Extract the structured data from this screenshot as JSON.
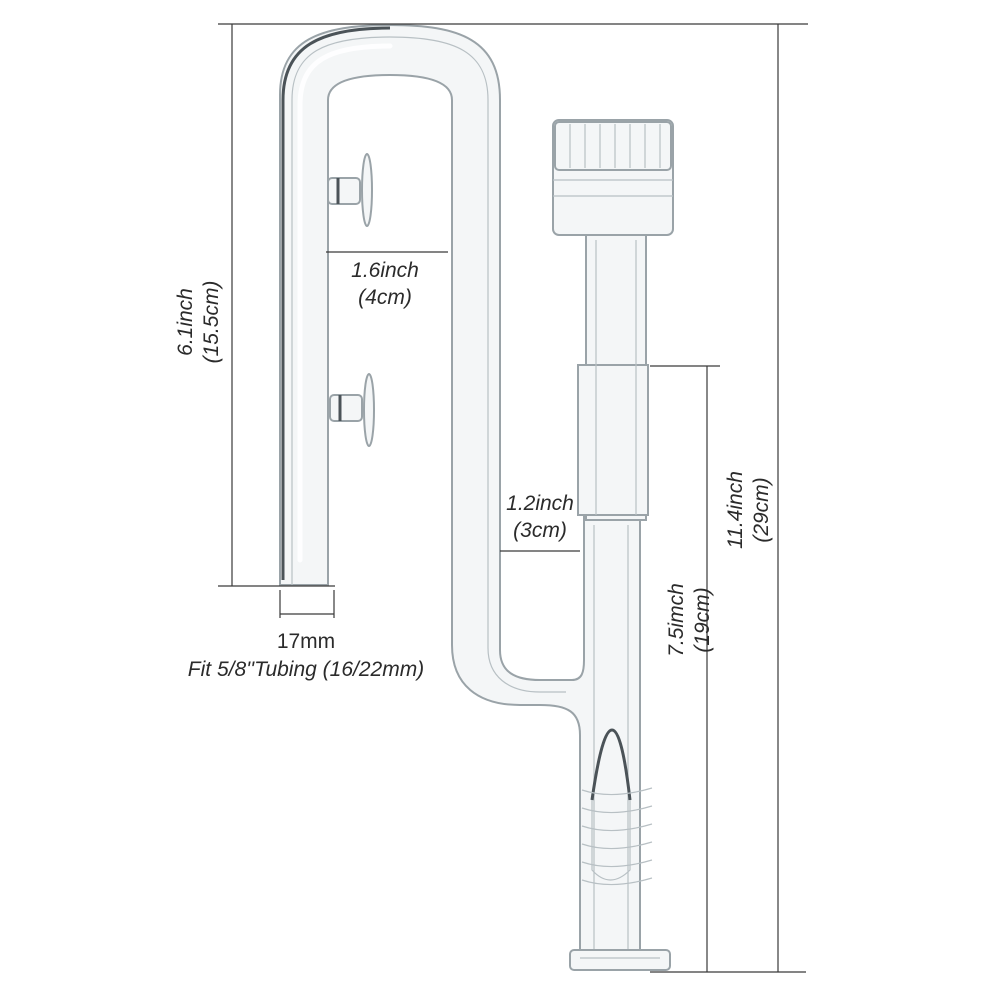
{
  "labels": {
    "overall_height": {
      "line1": "11.4inch",
      "line2": "(29cm)"
    },
    "outflow_length": {
      "line1": "7.5imch",
      "line2": "(19cm)"
    },
    "inlet_leg_height": {
      "line1": "6.1inch",
      "line2": "(15.5cm)"
    },
    "u_gap_width": {
      "line1": "1.6inch",
      "line2": "(4cm)"
    },
    "s_gap_width": {
      "line1": "1.2inch",
      "line2": "(3cm)"
    },
    "tube_diameter": {
      "line1": "17mm",
      "line2": "Fit 5/8''Tubing (16/22mm)"
    }
  },
  "colors": {
    "background": "#ffffff",
    "dimension_line": "#3a3a3a",
    "glass_outline": "#9aa3a8",
    "label_text": "#2b2b2b"
  }
}
